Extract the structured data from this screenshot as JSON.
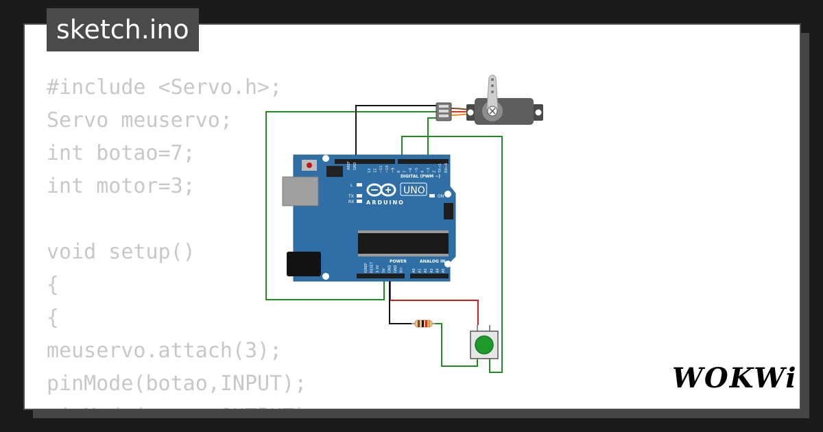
{
  "file_tab": {
    "title": "sketch.ino"
  },
  "code_lines": [
    "#include <Servo.h>;",
    "Servo meuservo;",
    "int botao=7;",
    "int motor=3;",
    "",
    "void setup()",
    "{",
    "{",
    "meuservo.attach(3);",
    "pinMode(botao,INPUT);",
    "pinMode(motor,OUTPUT);"
  ],
  "board": {
    "logo_text": "ARDUINO",
    "model": "UNO",
    "digital_label": "DIGITAL (PWM ~)",
    "power_label": "POWER",
    "analog_label": "ANALOG IN",
    "led_l": "L",
    "led_tx": "TX",
    "led_rx": "RX",
    "led_on": "ON",
    "aref": "AREF",
    "gnd": "GND",
    "digital_pins": [
      "13",
      "12",
      "~11",
      "~10",
      "~9",
      "8",
      "7",
      "~6",
      "~5",
      "4",
      "~3",
      "2",
      "TX→1",
      "RX←0"
    ],
    "power_pins": [
      "IOREF",
      "RESET",
      "3.3V",
      "5V",
      "GND",
      "GND",
      "Vin"
    ],
    "analog_pins": [
      "A0",
      "A1",
      "A2",
      "A3",
      "A4",
      "A5"
    ]
  },
  "brand": {
    "name": "WOKWi"
  },
  "colors": {
    "board": "#2f6fa6",
    "wire_green": "#1f8a1f",
    "wire_black": "#111111",
    "wire_red": "#d61a1a",
    "button": "#1e9a2a",
    "servo_body": "#5e5e5e",
    "code_text": "#c8c8c8",
    "tab_bg": "#4a4a4a"
  }
}
